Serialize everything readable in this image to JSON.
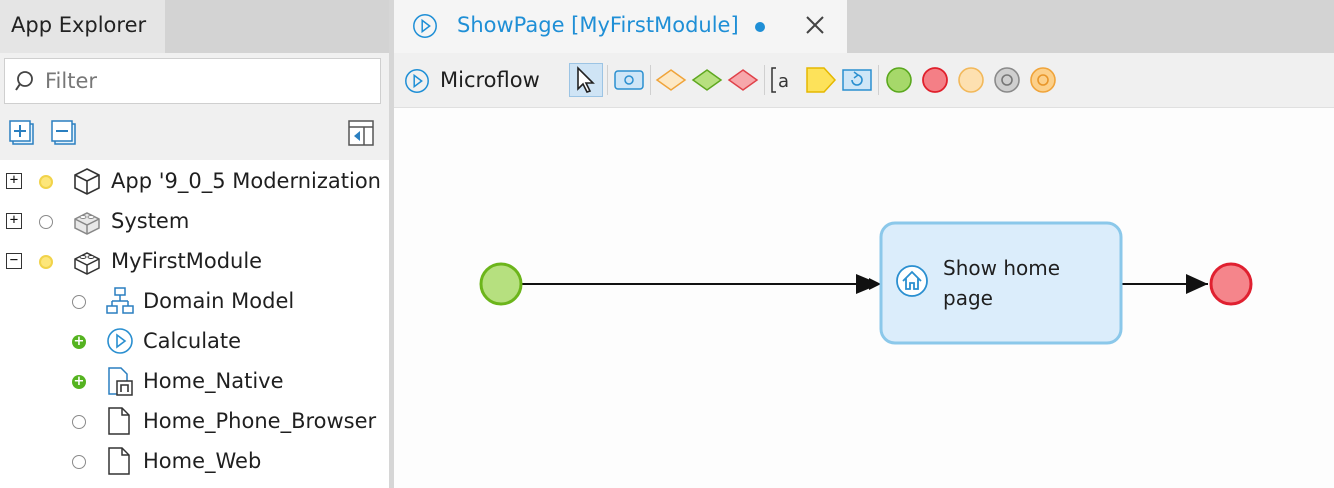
{
  "app_explorer": {
    "title": "App Explorer",
    "filter_placeholder": "Filter",
    "tree": [
      {
        "label": "App '9_0_5 Modernization",
        "expander": "+",
        "status": "yellow",
        "icon": "app-cube-icon"
      },
      {
        "label": "System",
        "expander": "+",
        "status": "hollow",
        "icon": "module-icon"
      },
      {
        "label": "MyFirstModule",
        "expander": "−",
        "status": "yellow",
        "icon": "module-icon"
      },
      {
        "label": "Domain Model",
        "status": "hollow",
        "icon": "domain-model-icon"
      },
      {
        "label": "Calculate",
        "status": "added",
        "icon": "microflow-icon"
      },
      {
        "label": "Home_Native",
        "status": "added",
        "icon": "native-page-icon"
      },
      {
        "label": "Home_Phone_Browser",
        "status": "hollow",
        "icon": "page-icon"
      },
      {
        "label": "Home_Web",
        "status": "hollow",
        "icon": "page-icon"
      }
    ]
  },
  "document_tab": {
    "title": "ShowPage [MyFirstModule]",
    "modified": true
  },
  "toolbar": {
    "label": "Microflow",
    "tools": [
      "pointer-tool",
      "activity-tool",
      "merge-tool",
      "decision-tool",
      "object-type-decision-tool",
      "annotation-tool",
      "parameter-tool",
      "loop-tool",
      "start-event-tool",
      "end-event-tool",
      "error-event-tool",
      "continue-event-tool",
      "break-event-tool"
    ]
  },
  "canvas": {
    "activity": {
      "label_line1": "Show home",
      "label_line2": "page",
      "icon": "home-icon"
    },
    "start_event": {
      "color": "#b6e07f"
    },
    "end_event": {
      "color": "#f5858b"
    }
  },
  "colors": {
    "accent": "#1f8fd6",
    "activity_fill": "#dbedfb",
    "activity_border": "#8bc8ea",
    "start_border": "#6cb51b",
    "end_border": "#e02030"
  }
}
